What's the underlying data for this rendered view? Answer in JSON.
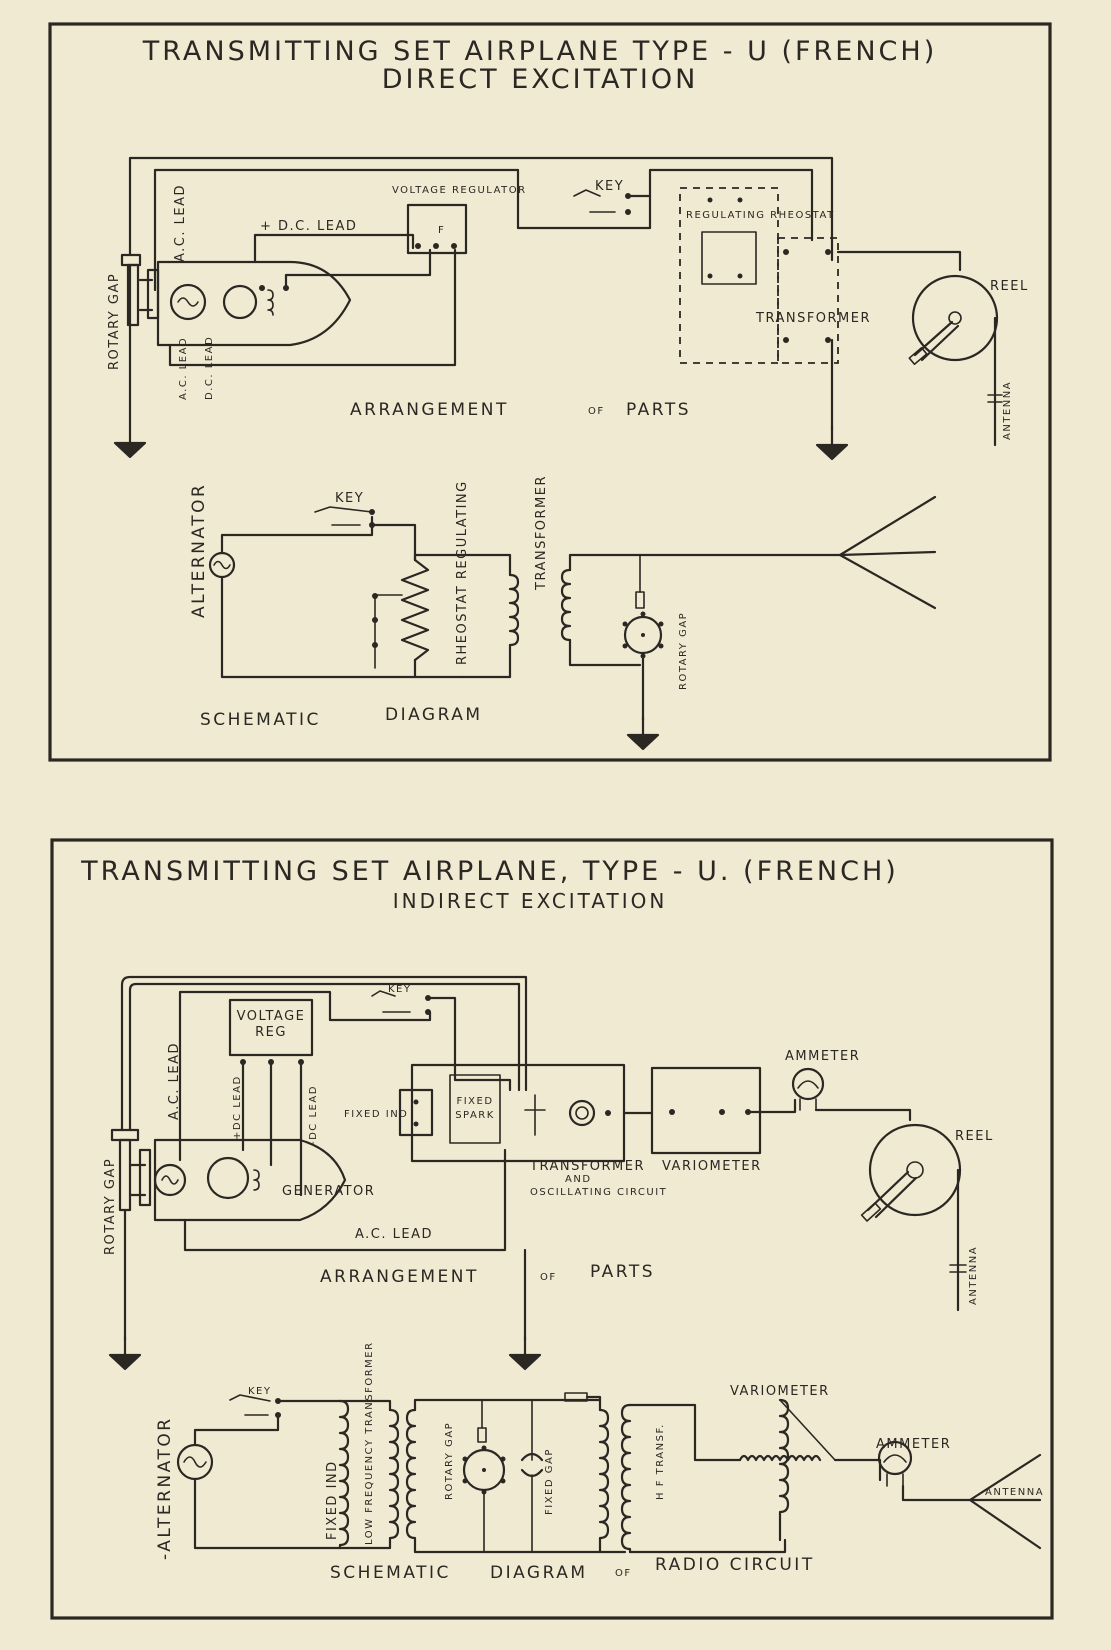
{
  "top_panel": {
    "title_line1": "TRANSMITTING SET AIRPLANE TYPE - U (FRENCH)",
    "title_line2": "DIRECT EXCITATION",
    "arrangement": {
      "rotary_gap": "ROTARY GAP",
      "ac_lead": "A.C. LEAD",
      "ac_lead_low": "A.C. LEAD",
      "dc_lead_low": "D.C. LEAD",
      "dc_lead": "+ D.C. LEAD",
      "voltage_regulator": "VOLTAGE REGULATOR",
      "regulator_terminal": "F",
      "key": "KEY",
      "regulating_rheostat": "REGULATING RHEOSTAT",
      "transformer": "TRANSFORMER",
      "reel": "REEL",
      "antenna": "ANTENNA",
      "caption_a": "ARRANGEMENT",
      "caption_of": "OF",
      "caption_b": "PARTS"
    },
    "schematic": {
      "key": "KEY",
      "alternator": "ALTERNATOR",
      "rheostat_regulating": "RHEOSTAT REGULATING",
      "transformer": "TRANSFORMER",
      "rotary_gap": "ROTARY GAP",
      "caption_a": "SCHEMATIC",
      "caption_b": "DIAGRAM"
    }
  },
  "bottom_panel": {
    "title_line1": "TRANSMITTING SET AIRPLANE, TYPE - U. (FRENCH)",
    "title_line2": "INDIRECT EXCITATION",
    "arrangement": {
      "key": "KEY",
      "voltage_reg_1": "VOLTAGE",
      "voltage_reg_2": "REG",
      "ac_lead": "A.C. LEAD",
      "dc_lead_pos": "+DC LEAD",
      "dc_lead_neg": "-DC LEAD",
      "fixed_ind": "FIXED IND",
      "fixed_spark_1": "FIXED",
      "fixed_spark_2": "SPARK",
      "rotary_gap": "ROTARY GAP",
      "generator": "GENERATOR",
      "transformer_1": "TRANSFORMER",
      "transformer_and": "AND",
      "transformer_2": "OSCILLATING CIRCUIT",
      "variometer": "VARIOMETER",
      "ammeter": "AMMETER",
      "reel": "REEL",
      "antenna": "ANTENNA",
      "ac_lead_bottom": "A.C. LEAD",
      "caption_a": "ARRANGEMENT",
      "caption_of": "OF",
      "caption_b": "PARTS"
    },
    "schematic": {
      "key": "KEY",
      "alternator": "-ALTERNATOR",
      "fixed_ind": "FIXED IND",
      "lf_transformer": "LOW FREQUENCY TRANSFORMER",
      "rotary_gap": "ROTARY GAP",
      "fixed_gap": "FIXED GAP",
      "hf_transf": "H F TRANSF.",
      "variometer": "VARIOMETER",
      "ammeter": "AMMETER",
      "antenna": "ANTENNA",
      "caption_a": "SCHEMATIC",
      "caption_b": "DIAGRAM",
      "caption_of": "OF",
      "caption_c": "RADIO CIRCUIT"
    }
  }
}
